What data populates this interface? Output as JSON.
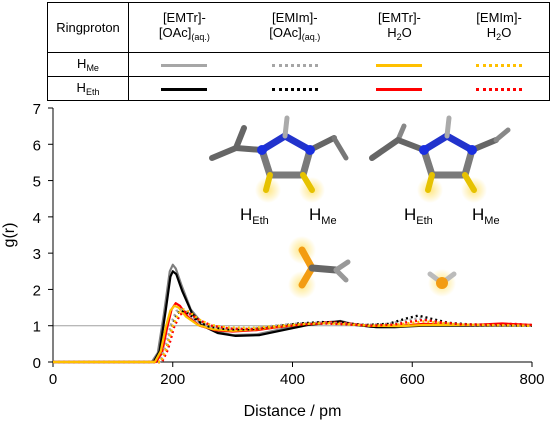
{
  "legend": {
    "corner_label": "Ringproton",
    "columns": [
      {
        "line1": "[EMTr]-",
        "line2": "[OAc]",
        "sub": "(aq.)"
      },
      {
        "line1": "[EMIm]-",
        "line2": "[OAc]",
        "sub": "(aq.)"
      },
      {
        "line1": "[EMTr]-",
        "line2": "H",
        "sub": "2",
        "after": "O"
      },
      {
        "line1": "[EMIm]-",
        "line2": "H",
        "sub": "2",
        "after": "O"
      }
    ],
    "rows": [
      {
        "label": "H",
        "sub": "Me",
        "styles": [
          {
            "color": "#a6a6a6",
            "dash": "solid"
          },
          {
            "color": "#a6a6a6",
            "dash": "dotted"
          },
          {
            "color": "#ffc000",
            "dash": "solid"
          },
          {
            "color": "#ffc000",
            "dash": "dotted"
          }
        ]
      },
      {
        "label": "H",
        "sub": "Eth",
        "styles": [
          {
            "color": "#000000",
            "dash": "solid"
          },
          {
            "color": "#000000",
            "dash": "dotted"
          },
          {
            "color": "#ff0000",
            "dash": "solid"
          },
          {
            "color": "#ff0000",
            "dash": "dotted"
          }
        ]
      }
    ]
  },
  "annotations": {
    "left_eth": "H",
    "left_eth_sub": "Eth",
    "left_me": "H",
    "left_me_sub": "Me",
    "right_eth": "H",
    "right_eth_sub": "Eth",
    "right_me": "H",
    "right_me_sub": "Me"
  },
  "chart_data": {
    "type": "line",
    "xlabel": "Distance / pm",
    "ylabel": "g(r)",
    "xlim": [
      0,
      800
    ],
    "ylim": [
      0,
      7
    ],
    "xticks": [
      0,
      200,
      400,
      600,
      800
    ],
    "yticks": [
      0,
      1,
      2,
      3,
      4,
      5,
      6,
      7
    ],
    "reference_line": 1,
    "grid": false,
    "series": [
      {
        "color": "#7f7f7f",
        "dash": "solid",
        "points": [
          [
            0,
            0
          ],
          [
            165,
            0
          ],
          [
            175,
            0.25
          ],
          [
            185,
            1.3
          ],
          [
            195,
            2.5
          ],
          [
            200,
            2.68
          ],
          [
            205,
            2.58
          ],
          [
            215,
            2.1
          ],
          [
            230,
            1.45
          ],
          [
            250,
            1.05
          ],
          [
            270,
            0.85
          ],
          [
            300,
            0.74
          ],
          [
            340,
            0.76
          ],
          [
            380,
            0.9
          ],
          [
            420,
            1.05
          ],
          [
            460,
            1.1
          ],
          [
            480,
            1.13
          ],
          [
            500,
            1.05
          ],
          [
            530,
            0.97
          ],
          [
            570,
            0.95
          ],
          [
            600,
            1.0
          ],
          [
            640,
            1.0
          ],
          [
            700,
            1.0
          ],
          [
            750,
            1.0
          ],
          [
            800,
            1.0
          ]
        ]
      },
      {
        "color": "#000000",
        "dash": "solid",
        "points": [
          [
            0,
            0
          ],
          [
            168,
            0
          ],
          [
            178,
            0.3
          ],
          [
            188,
            1.4
          ],
          [
            196,
            2.35
          ],
          [
            200,
            2.5
          ],
          [
            206,
            2.42
          ],
          [
            216,
            1.95
          ],
          [
            232,
            1.35
          ],
          [
            250,
            1.0
          ],
          [
            275,
            0.8
          ],
          [
            305,
            0.72
          ],
          [
            345,
            0.74
          ],
          [
            385,
            0.88
          ],
          [
            425,
            1.02
          ],
          [
            460,
            1.08
          ],
          [
            480,
            1.12
          ],
          [
            500,
            1.03
          ],
          [
            540,
            0.96
          ],
          [
            580,
            0.97
          ],
          [
            620,
            1.0
          ],
          [
            700,
            1.0
          ],
          [
            800,
            1.0
          ]
        ]
      },
      {
        "color": "#ff0000",
        "dash": "solid",
        "points": [
          [
            0,
            0
          ],
          [
            172,
            0
          ],
          [
            182,
            0.25
          ],
          [
            190,
            0.9
          ],
          [
            198,
            1.45
          ],
          [
            205,
            1.62
          ],
          [
            212,
            1.55
          ],
          [
            225,
            1.25
          ],
          [
            245,
            1.0
          ],
          [
            270,
            0.88
          ],
          [
            300,
            0.84
          ],
          [
            340,
            0.88
          ],
          [
            380,
            0.97
          ],
          [
            420,
            1.05
          ],
          [
            460,
            1.1
          ],
          [
            490,
            1.07
          ],
          [
            530,
            1.0
          ],
          [
            580,
            1.0
          ],
          [
            620,
            1.05
          ],
          [
            660,
            1.03
          ],
          [
            700,
            1.02
          ],
          [
            750,
            1.06
          ],
          [
            800,
            1.02
          ]
        ]
      },
      {
        "color": "#ffc000",
        "dash": "solid",
        "points": [
          [
            0,
            0
          ],
          [
            170,
            0
          ],
          [
            180,
            0.3
          ],
          [
            188,
            0.95
          ],
          [
            196,
            1.42
          ],
          [
            203,
            1.55
          ],
          [
            210,
            1.5
          ],
          [
            222,
            1.25
          ],
          [
            242,
            1.02
          ],
          [
            268,
            0.9
          ],
          [
            300,
            0.86
          ],
          [
            340,
            0.9
          ],
          [
            380,
            0.98
          ],
          [
            420,
            1.05
          ],
          [
            460,
            1.08
          ],
          [
            490,
            1.05
          ],
          [
            530,
            1.0
          ],
          [
            580,
            0.99
          ],
          [
            620,
            1.02
          ],
          [
            700,
            1.02
          ],
          [
            800,
            1.0
          ]
        ]
      },
      {
        "color": "#000000",
        "dash": "dotted",
        "points": [
          [
            0,
            0
          ],
          [
            180,
            0
          ],
          [
            190,
            0.4
          ],
          [
            200,
            1.05
          ],
          [
            208,
            1.35
          ],
          [
            215,
            1.42
          ],
          [
            225,
            1.35
          ],
          [
            240,
            1.15
          ],
          [
            260,
            0.98
          ],
          [
            290,
            0.9
          ],
          [
            330,
            0.9
          ],
          [
            370,
            0.98
          ],
          [
            410,
            1.06
          ],
          [
            450,
            1.1
          ],
          [
            480,
            1.08
          ],
          [
            520,
            1.02
          ],
          [
            560,
            1.05
          ],
          [
            590,
            1.2
          ],
          [
            610,
            1.28
          ],
          [
            630,
            1.2
          ],
          [
            660,
            1.08
          ],
          [
            700,
            1.03
          ],
          [
            750,
            1.02
          ],
          [
            800,
            1.0
          ]
        ]
      },
      {
        "color": "#a6a6a6",
        "dash": "dotted",
        "points": [
          [
            0,
            0
          ],
          [
            178,
            0
          ],
          [
            188,
            0.45
          ],
          [
            198,
            1.1
          ],
          [
            206,
            1.4
          ],
          [
            213,
            1.46
          ],
          [
            223,
            1.38
          ],
          [
            238,
            1.16
          ],
          [
            258,
            1.0
          ],
          [
            288,
            0.92
          ],
          [
            330,
            0.92
          ],
          [
            370,
            1.0
          ],
          [
            410,
            1.06
          ],
          [
            450,
            1.08
          ],
          [
            480,
            1.06
          ],
          [
            520,
            1.02
          ],
          [
            560,
            1.05
          ],
          [
            590,
            1.15
          ],
          [
            610,
            1.2
          ],
          [
            630,
            1.14
          ],
          [
            660,
            1.06
          ],
          [
            700,
            1.02
          ],
          [
            800,
            1.0
          ]
        ]
      },
      {
        "color": "#ff0000",
        "dash": "dotted",
        "points": [
          [
            0,
            0
          ],
          [
            182,
            0
          ],
          [
            192,
            0.35
          ],
          [
            202,
            0.95
          ],
          [
            212,
            1.3
          ],
          [
            220,
            1.38
          ],
          [
            230,
            1.32
          ],
          [
            245,
            1.15
          ],
          [
            265,
            1.0
          ],
          [
            295,
            0.92
          ],
          [
            335,
            0.9
          ],
          [
            375,
            0.96
          ],
          [
            415,
            1.03
          ],
          [
            455,
            1.06
          ],
          [
            490,
            1.04
          ],
          [
            530,
            1.0
          ],
          [
            570,
            1.03
          ],
          [
            600,
            1.12
          ],
          [
            620,
            1.16
          ],
          [
            645,
            1.1
          ],
          [
            680,
            1.04
          ],
          [
            720,
            1.03
          ],
          [
            770,
            1.05
          ],
          [
            800,
            1.02
          ]
        ]
      },
      {
        "color": "#ffc000",
        "dash": "dotted",
        "points": [
          [
            0,
            0
          ],
          [
            180,
            0
          ],
          [
            190,
            0.4
          ],
          [
            200,
            1.0
          ],
          [
            210,
            1.35
          ],
          [
            218,
            1.45
          ],
          [
            228,
            1.38
          ],
          [
            243,
            1.18
          ],
          [
            263,
            1.02
          ],
          [
            293,
            0.95
          ],
          [
            333,
            0.94
          ],
          [
            373,
            0.99
          ],
          [
            413,
            1.04
          ],
          [
            453,
            1.07
          ],
          [
            490,
            1.04
          ],
          [
            530,
            1.0
          ],
          [
            570,
            1.02
          ],
          [
            600,
            1.08
          ],
          [
            620,
            1.12
          ],
          [
            645,
            1.08
          ],
          [
            680,
            1.03
          ],
          [
            800,
            1.0
          ]
        ]
      }
    ]
  }
}
